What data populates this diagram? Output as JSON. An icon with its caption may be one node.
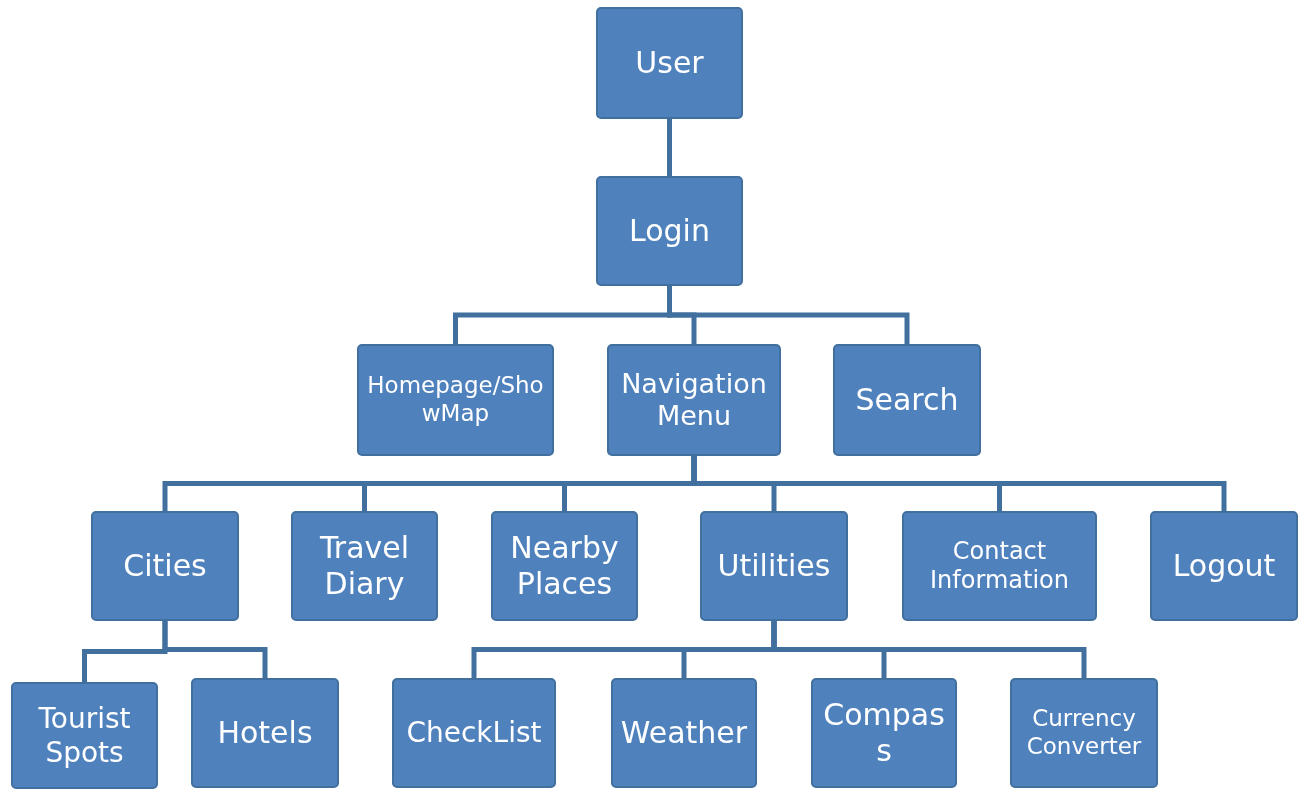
{
  "diagram": {
    "nodes": [
      {
        "text": [
          "User"
        ]
      },
      {
        "text": [
          "Login"
        ]
      },
      {
        "text": [
          "Homepage/ShowMap"
        ]
      },
      {
        "text": [
          "Navigation Menu"
        ]
      },
      {
        "text": [
          "Search"
        ]
      },
      {
        "text": [
          "Cities"
        ]
      },
      {
        "text": [
          "Travel Diary"
        ]
      },
      {
        "text": [
          "Nearby Places"
        ]
      },
      {
        "text": [
          "Utilities"
        ]
      },
      {
        "text": [
          "Contact Information"
        ]
      },
      {
        "text": [
          "Logout"
        ]
      },
      {
        "text": [
          "Tourist Spots"
        ]
      },
      {
        "text": [
          "Hotels"
        ]
      },
      {
        "text": [
          "CheckList"
        ]
      },
      {
        "text": [
          "Weather"
        ]
      },
      {
        "text": [
          "Compass"
        ]
      },
      {
        "text": [
          "Currency Converter"
        ]
      }
    ],
    "edges": [
      {
        "from": 0,
        "to": 1,
        "arrow": "none"
      },
      {
        "from": 1,
        "to": 2,
        "arrow": "none"
      },
      {
        "from": 1,
        "to": 3,
        "arrow": "none"
      },
      {
        "from": 1,
        "to": 4,
        "arrow": "none"
      },
      {
        "from": 3,
        "to": 5,
        "arrow": "none"
      },
      {
        "from": 3,
        "to": 6,
        "arrow": "none"
      },
      {
        "from": 3,
        "to": 7,
        "arrow": "none"
      },
      {
        "from": 3,
        "to": 8,
        "arrow": "none"
      },
      {
        "from": 3,
        "to": 9,
        "arrow": "none"
      },
      {
        "from": 3,
        "to": 10,
        "arrow": "none"
      },
      {
        "from": 5,
        "to": 11,
        "arrow": "none"
      },
      {
        "from": 5,
        "to": 12,
        "arrow": "none"
      },
      {
        "from": 8,
        "to": 13,
        "arrow": "none"
      },
      {
        "from": 8,
        "to": 14,
        "arrow": "none"
      },
      {
        "from": 8,
        "to": 15,
        "arrow": "none"
      },
      {
        "from": 8,
        "to": 16,
        "arrow": "none"
      }
    ]
  }
}
